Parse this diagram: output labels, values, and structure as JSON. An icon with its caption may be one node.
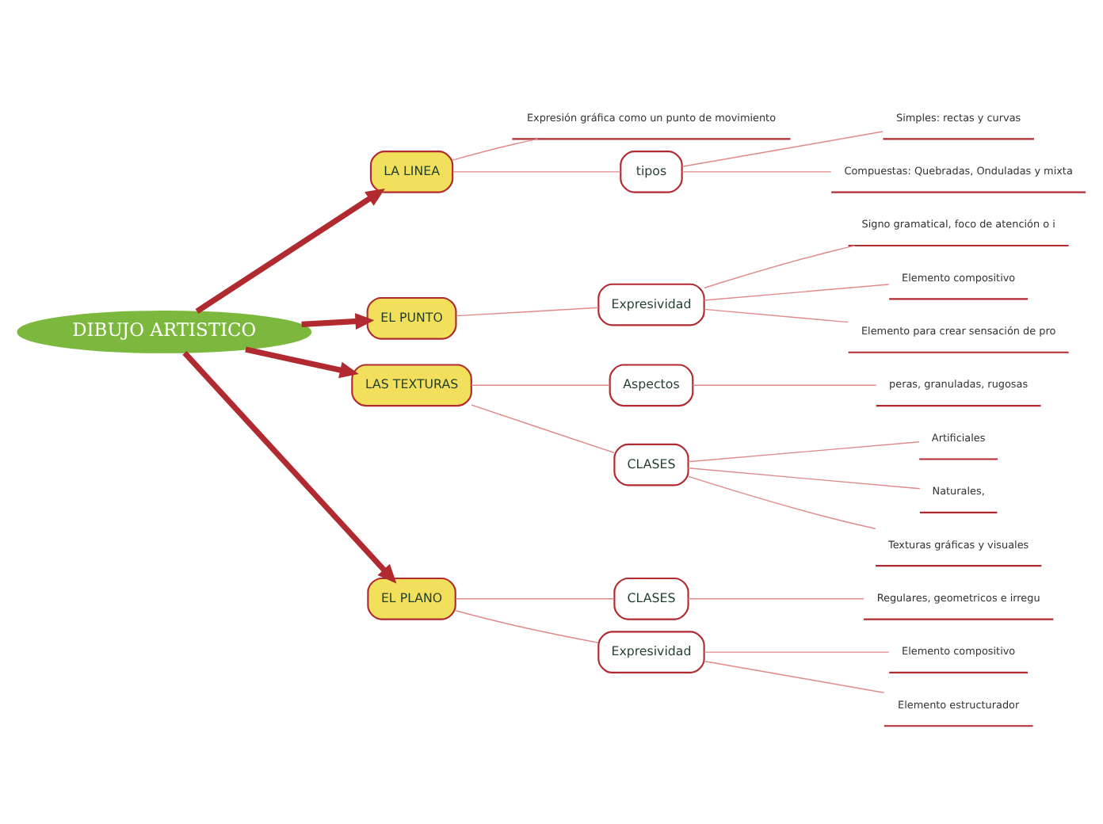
{
  "diagram": {
    "nodes": [
      {
        "text": [
          "DIBUJO ARTISTICO"
        ]
      },
      {
        "text": [
          "LA LINEA"
        ]
      },
      {
        "text": [
          "Expresión gráfica como un punto de movimiento"
        ]
      },
      {
        "text": [
          "tipos"
        ]
      },
      {
        "text": [
          "Simples: rectas y curvas"
        ]
      },
      {
        "text": [
          "Compuestas: Quebradas, Onduladas y mixta"
        ]
      },
      {
        "text": [
          "EL PUNTO"
        ]
      },
      {
        "text": [
          "Expresividad"
        ]
      },
      {
        "text": [
          "Signo gramatical, foco de atención o i"
        ]
      },
      {
        "text": [
          "Elemento compositivo"
        ]
      },
      {
        "text": [
          "Elemento para crear sensación de pro"
        ]
      },
      {
        "text": [
          "LAS TEXTURAS"
        ]
      },
      {
        "text": [
          "Aspectos"
        ]
      },
      {
        "text": [
          "peras, granuladas, rugosas"
        ]
      },
      {
        "text": [
          "CLASES"
        ]
      },
      {
        "text": [
          "Artificiales"
        ]
      },
      {
        "text": [
          "Naturales,"
        ]
      },
      {
        "text": [
          "Texturas gráficas y visuales"
        ]
      },
      {
        "text": [
          "EL PLANO"
        ]
      },
      {
        "text": [
          "CLASES"
        ]
      },
      {
        "text": [
          "Regulares, geometricos e irregu"
        ]
      },
      {
        "text": [
          "Expresividad"
        ]
      },
      {
        "text": [
          "Elemento compositivo"
        ]
      },
      {
        "text": [
          "Elemento estructurador"
        ]
      }
    ],
    "edges": [
      {
        "from": 0,
        "to": 1,
        "arrow": "to",
        "style": "thick",
        "color": "#b02a30"
      },
      {
        "from": 1,
        "to": 2,
        "arrow": "none"
      },
      {
        "from": 1,
        "to": 3,
        "arrow": "none"
      },
      {
        "from": 3,
        "to": 4,
        "arrow": "none"
      },
      {
        "from": 3,
        "to": 5,
        "arrow": "none"
      },
      {
        "from": 0,
        "to": 6,
        "arrow": "to",
        "style": "thick",
        "color": "#b02a30"
      },
      {
        "from": 6,
        "to": 7,
        "arrow": "none"
      },
      {
        "from": 7,
        "to": 8,
        "arrow": "none"
      },
      {
        "from": 7,
        "to": 9,
        "arrow": "none"
      },
      {
        "from": 7,
        "to": 10,
        "arrow": "none"
      },
      {
        "from": 0,
        "to": 11,
        "arrow": "to",
        "style": "thick",
        "color": "#b02a30"
      },
      {
        "from": 11,
        "to": 12,
        "arrow": "none"
      },
      {
        "from": 12,
        "to": 13,
        "arrow": "none"
      },
      {
        "from": 11,
        "to": 14,
        "arrow": "none"
      },
      {
        "from": 14,
        "to": 15,
        "arrow": "none"
      },
      {
        "from": 14,
        "to": 16,
        "arrow": "none"
      },
      {
        "from": 14,
        "to": 17,
        "arrow": "none"
      },
      {
        "from": 0,
        "to": 18,
        "arrow": "to",
        "style": "thick",
        "color": "#b02a30"
      },
      {
        "from": 18,
        "to": 19,
        "arrow": "none"
      },
      {
        "from": 19,
        "to": 20,
        "arrow": "none"
      },
      {
        "from": 18,
        "to": 21,
        "arrow": "none"
      },
      {
        "from": 21,
        "to": 22,
        "arrow": "none"
      },
      {
        "from": 21,
        "to": 23,
        "arrow": "none"
      }
    ]
  }
}
